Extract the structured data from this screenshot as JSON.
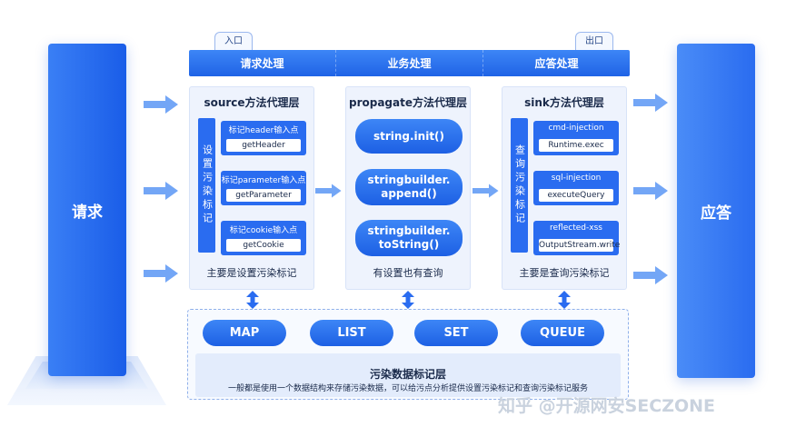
{
  "request": "请求",
  "response": "应答",
  "entry_tag": "入口",
  "exit_tag": "出口",
  "header": {
    "col1": "请求处理",
    "col2": "业务处理",
    "col3": "应答处理"
  },
  "source": {
    "title": "source方法代理层",
    "side_label": "设置污染标记",
    "items": [
      {
        "label": "标记header输入点",
        "method": "getHeader"
      },
      {
        "label": "标记parameter输入点",
        "method": "getParameter"
      },
      {
        "label": "标记cookie输入点",
        "method": "getCookie"
      }
    ],
    "footer": "主要是设置污染标记"
  },
  "propagate": {
    "title": "propagate方法代理层",
    "pills": [
      "string.init()",
      "stringbuilder.\nappend()",
      "stringbuilder.\ntoString()"
    ],
    "footer": "有设置也有查询"
  },
  "sink": {
    "title": "sink方法代理层",
    "side_label": "查询污染标记",
    "items": [
      {
        "label": "cmd-injection",
        "method": "Runtime.exec"
      },
      {
        "label": "sql-injection",
        "method": "executeQuery"
      },
      {
        "label": "reflected-xss",
        "method": "OutputStream.write"
      }
    ],
    "footer": "主要是查询污染标记"
  },
  "data_layer": {
    "structures": [
      "MAP",
      "LIST",
      "SET",
      "QUEUE"
    ],
    "title": "污染数据标记层",
    "description": "一般都是使用一个数据结构来存储污染数据，可以给污点分析提供设置污染标记和查询污染标记服务"
  },
  "watermark": "知乎 @开源网安SECZONE",
  "colors": {
    "primary": "#2a6cf0",
    "panel_bg": "#eef3fd",
    "text": "#1a2a4a"
  }
}
